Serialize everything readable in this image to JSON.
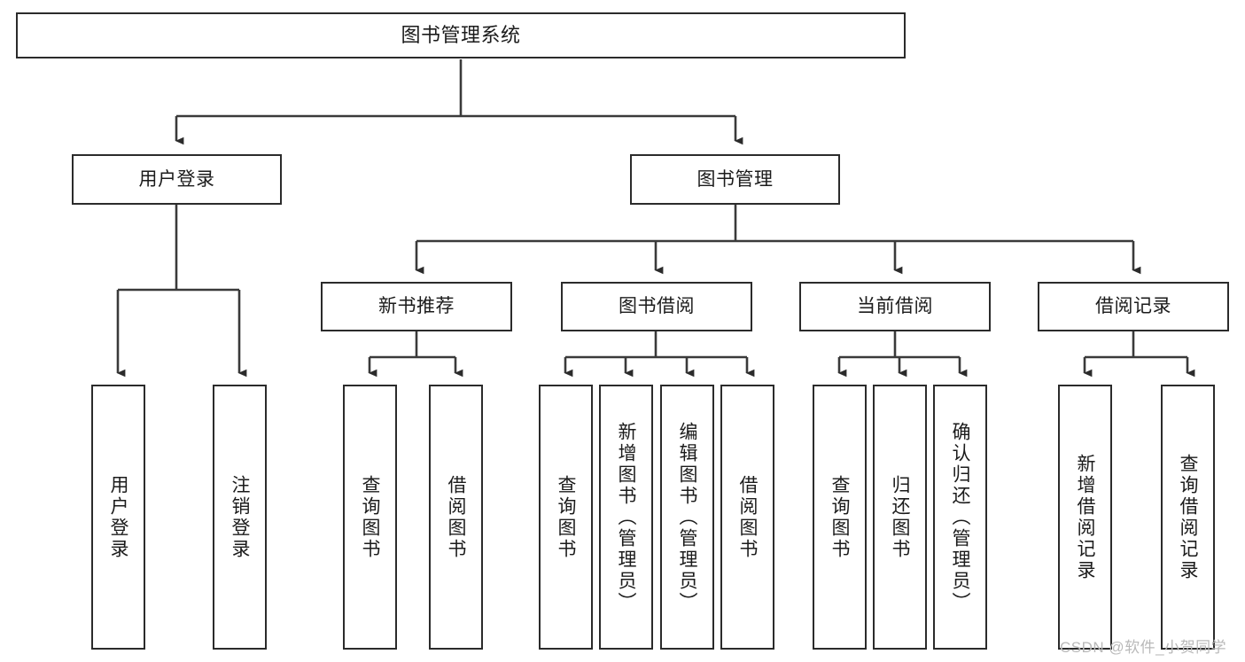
{
  "diagram": {
    "title": "图书管理系统",
    "type": "hierarchy-tree",
    "colors": {
      "box_border": "#2b2b2b",
      "box_fill": "#ffffff",
      "edge": "#3a3a3a",
      "text": "#1b1b1b",
      "watermark": "#b9b9b9",
      "background": "#ffffff"
    },
    "nodes": {
      "root": {
        "label": "图书管理系统",
        "level": 1
      },
      "level2": [
        {
          "id": "user-login",
          "label": "用户登录"
        },
        {
          "id": "book-management",
          "label": "图书管理"
        }
      ],
      "level3": [
        {
          "id": "new-book-recommend",
          "label": "新书推荐",
          "parent": "book-management"
        },
        {
          "id": "book-borrow",
          "label": "图书借阅",
          "parent": "book-management"
        },
        {
          "id": "current-borrow",
          "label": "当前借阅",
          "parent": "book-management"
        },
        {
          "id": "borrow-record",
          "label": "借阅记录",
          "parent": "book-management"
        }
      ],
      "leaves": {
        "user-login": [
          {
            "id": "leaf-user-login",
            "label": "用户登录"
          },
          {
            "id": "leaf-logout-login",
            "label": "注销登录"
          }
        ],
        "new-book-recommend": [
          {
            "id": "leaf-query-book-1",
            "label": "查询图书"
          },
          {
            "id": "leaf-borrow-book-1",
            "label": "借阅图书"
          }
        ],
        "book-borrow": [
          {
            "id": "leaf-query-book-2",
            "label": "查询图书"
          },
          {
            "id": "leaf-add-book",
            "label": "新增图书（管理员）"
          },
          {
            "id": "leaf-edit-book",
            "label": "编辑图书（管理员）"
          },
          {
            "id": "leaf-borrow-book-2",
            "label": "借阅图书"
          }
        ],
        "current-borrow": [
          {
            "id": "leaf-query-book-3",
            "label": "查询图书"
          },
          {
            "id": "leaf-return-book",
            "label": "归还图书"
          },
          {
            "id": "leaf-confirm-return",
            "label": "确认归还（管理员）"
          }
        ],
        "borrow-record": [
          {
            "id": "leaf-add-record",
            "label": "新增借阅记录"
          },
          {
            "id": "leaf-query-record",
            "label": "查询借阅记录"
          }
        ]
      }
    },
    "watermark": "CSDN @软件_小贺同学"
  }
}
